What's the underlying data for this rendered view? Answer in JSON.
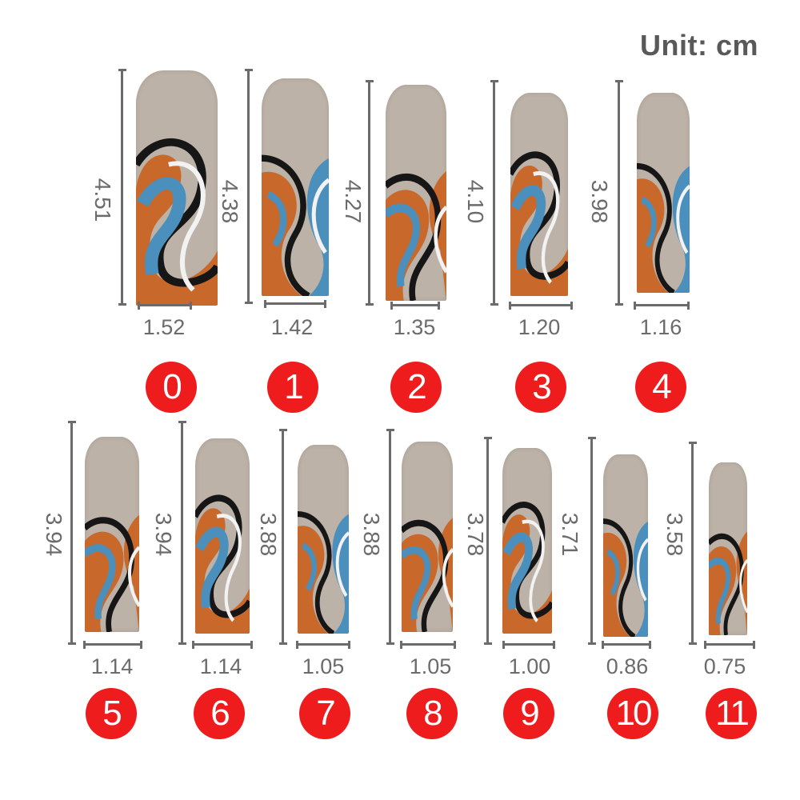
{
  "unit_label": "Unit: cm",
  "colors": {
    "nude": "#bdb2a7",
    "orange": "#c8692b",
    "blue": "#4b8fbd",
    "black": "#161616",
    "white": "#f2f2f2",
    "badge_red": "#ee1c1c",
    "dimension_gray": "#6b6b6b"
  },
  "nails": [
    {
      "number": "0",
      "length": "4.51",
      "width": "1.52"
    },
    {
      "number": "1",
      "length": "4.38",
      "width": "1.42"
    },
    {
      "number": "2",
      "length": "4.27",
      "width": "1.35"
    },
    {
      "number": "3",
      "length": "4.10",
      "width": "1.20"
    },
    {
      "number": "4",
      "length": "3.98",
      "width": "1.16"
    },
    {
      "number": "5",
      "length": "3.94",
      "width": "1.14"
    },
    {
      "number": "6",
      "length": "3.94",
      "width": "1.14"
    },
    {
      "number": "7",
      "length": "3.88",
      "width": "1.05"
    },
    {
      "number": "8",
      "length": "3.88",
      "width": "1.05"
    },
    {
      "number": "9",
      "length": "3.78",
      "width": "1.00"
    },
    {
      "number": "10",
      "length": "3.71",
      "width": "0.86"
    },
    {
      "number": "11",
      "length": "3.58",
      "width": "0.75"
    }
  ]
}
